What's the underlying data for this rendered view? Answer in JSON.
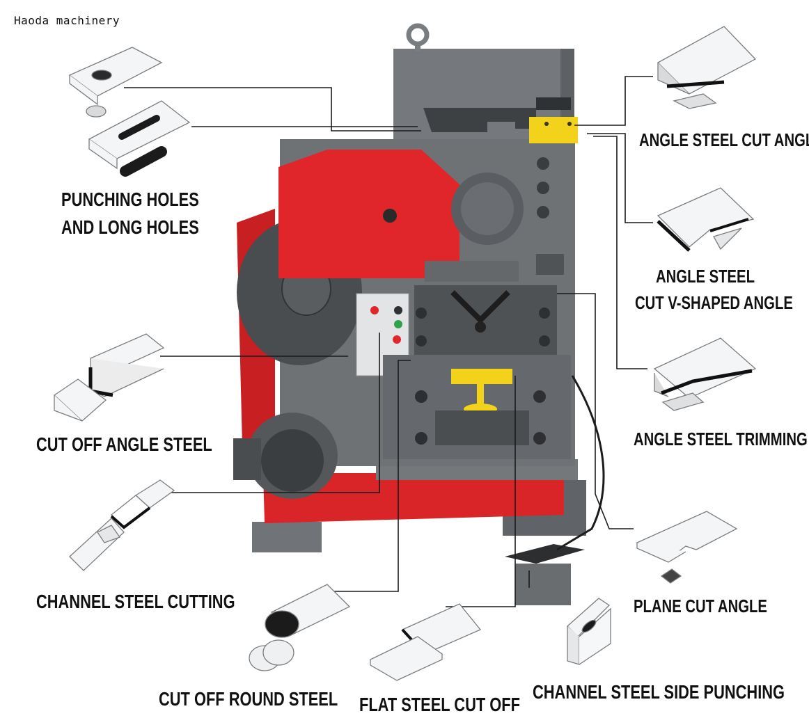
{
  "brand": "Haoda machinery",
  "labels": {
    "punching_line1": "PUNCHING HOLES",
    "punching_line2": "AND LONG HOLES",
    "angle_cut_angle": "ANGLE STEEL CUT ANGLE",
    "v_angle_line1": "ANGLE STEEL",
    "v_angle_line2": "CUT V-SHAPED ANGLE",
    "angle_trimming": "ANGLE STEEL TRIMMING",
    "cut_off_angle": "CUT OFF ANGLE STEEL",
    "channel_cutting": "CHANNEL STEEL CUTTING",
    "plane_cut_angle": "PLANE CUT ANGLE",
    "cut_round": "CUT OFF ROUND STEEL",
    "flat_cut": "FLAT STEEL CUT OFF",
    "channel_side": "CHANNEL STEEL SIDE PUNCHING"
  },
  "colors": {
    "machine_gray": "#6e7174",
    "machine_dark": "#4d5054",
    "accent_red": "#e0262a",
    "dark_red": "#b81d21",
    "yellow": "#f2d21b",
    "leader_line": "#1a1a1a"
  },
  "icons": [
    "punched-plate-icon",
    "slotted-plate-icon",
    "angle-piece-icon",
    "channel-piece-icon",
    "round-bar-icon",
    "flat-plate-icon",
    "channel-side-icon",
    "plane-cut-plate-icon"
  ]
}
